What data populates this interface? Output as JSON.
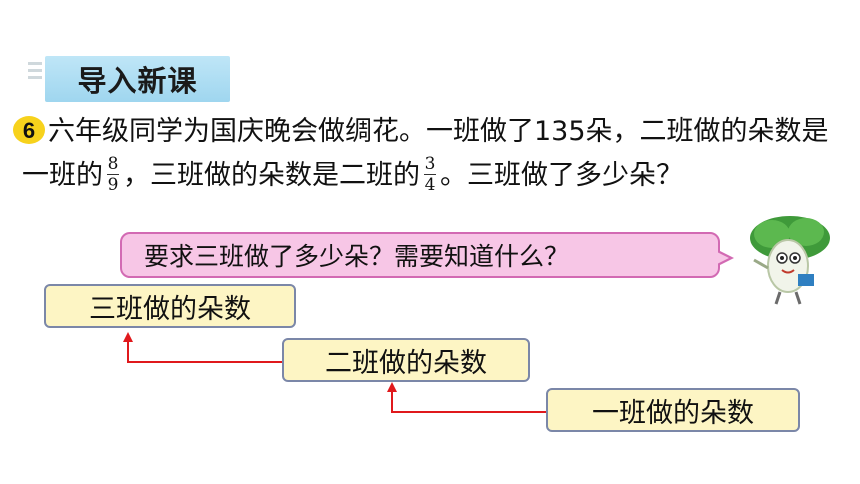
{
  "header": {
    "title": "导入新课"
  },
  "problem": {
    "number": "6",
    "text_part1": "六年级同学为国庆晚会做绸花。一班做了135朵，二班做的朵数是一班的",
    "frac1": {
      "numerator": "8",
      "denominator": "9"
    },
    "text_part2": "，三班做的朵数是二班的",
    "frac2": {
      "numerator": "3",
      "denominator": "4"
    },
    "text_part3": "。三班做了多少朵？"
  },
  "bubble": {
    "text": "要求三班做了多少朵？需要知道什么？"
  },
  "boxes": {
    "class3": "三班做的朵数",
    "class2": "二班做的朵数",
    "class1": "一班做的朵数"
  },
  "colors": {
    "title_bg": "#a9dcf2",
    "bubble_bg": "#f7c6e6",
    "bubble_border": "#d26ab3",
    "box_bg": "#fdf5c4",
    "arrow": "#e0191c",
    "badge": "#f7d21c"
  }
}
